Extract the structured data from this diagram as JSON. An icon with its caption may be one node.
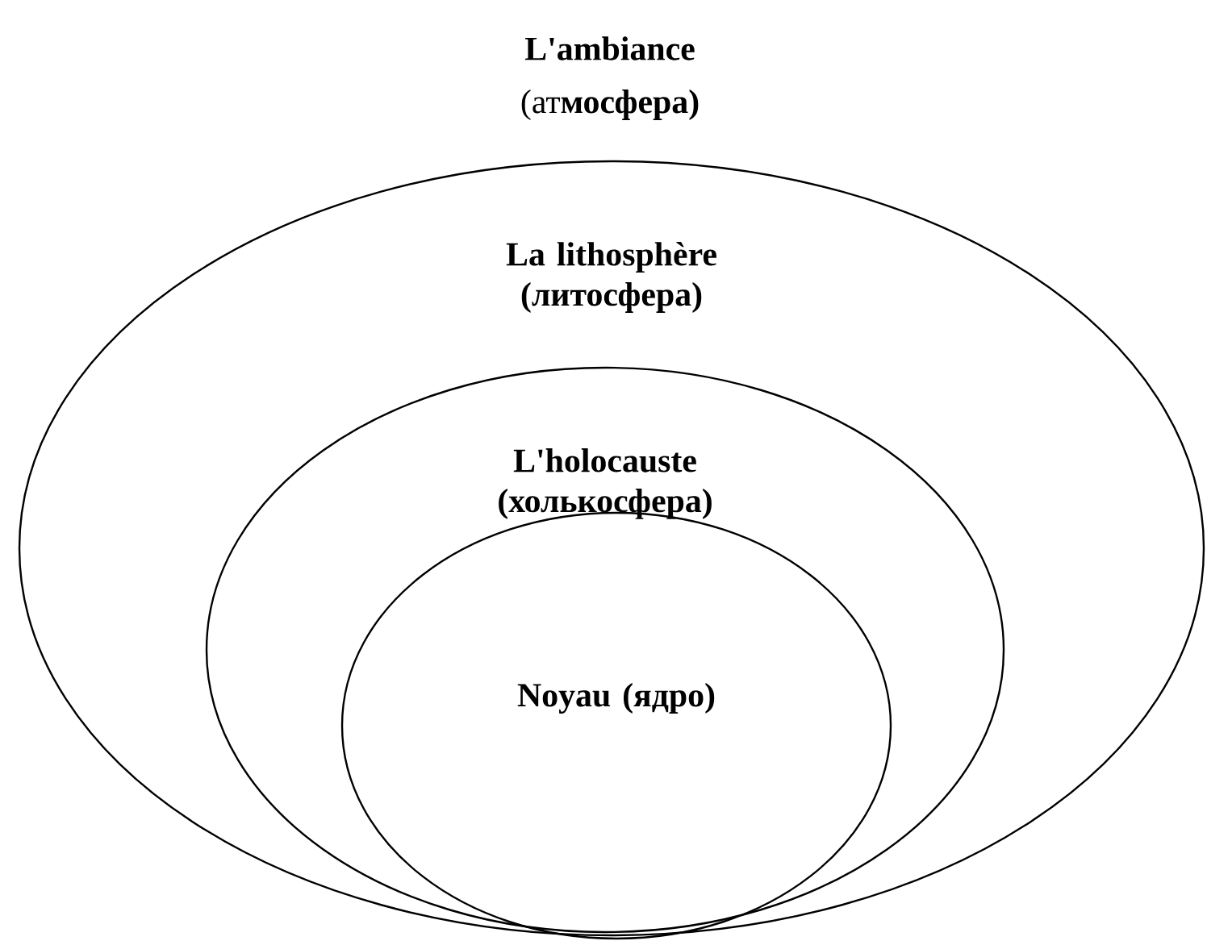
{
  "diagram": {
    "nodes": [
      {
        "text": [
          "La lithosphère (литосфера)"
        ]
      },
      {
        "text": [
          "L'holocauste (холькосфера)"
        ],
        "in": 0
      },
      {
        "text": [
          "Noyau (ядро)"
        ],
        "in": 1
      }
    ],
    "labels": [
      "L'ambiance",
      "(ат**мосфера)**"
    ]
  }
}
